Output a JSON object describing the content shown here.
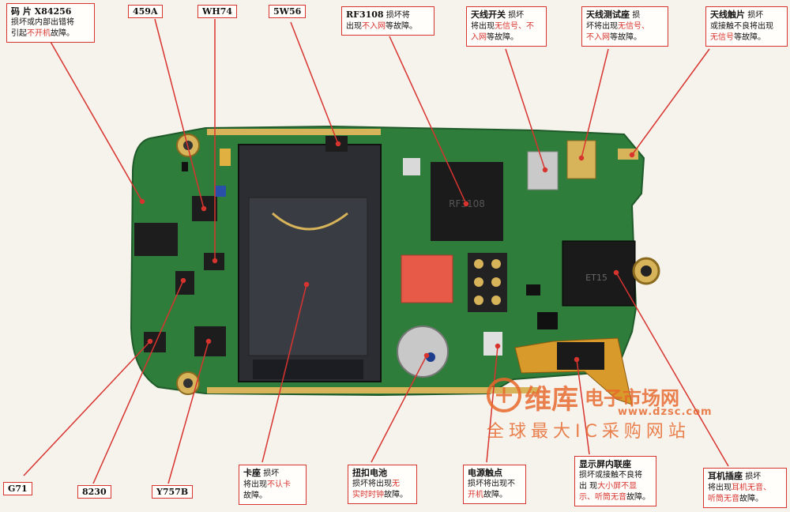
{
  "callouts": {
    "x84256": {
      "title": "码 片  X84256",
      "line2": "损坏或内部出错将",
      "line3_pre": "引起",
      "line3_red": "不开机",
      "line3_post": "故障。"
    },
    "chip459a": {
      "title": "459A"
    },
    "wh74": {
      "title": "WH74"
    },
    "w56": {
      "title": "5W56"
    },
    "rf3108": {
      "title": "RF3108",
      "text1": "损坏将",
      "line2_pre": "出现",
      "line2_red": "不入网",
      "line2_post": "等故障。"
    },
    "antenna_switch": {
      "title": "天线开关",
      "text1": "损坏",
      "line2_pre": "将出现",
      "line2_red": "无信号、不",
      "line3_red": "入网",
      "line3_post": "等故障。"
    },
    "antenna_test": {
      "title": "天线测试座",
      "text1": "损",
      "line2_pre": "坏将出现",
      "line2_red": "无信号、",
      "line3_red": "不入网",
      "line3_post": "等故障。"
    },
    "antenna_contact": {
      "title": "天线触片",
      "text1": "损坏",
      "line2": "或接触不良将出现",
      "line3_red": "无信号",
      "line3_post": "等故障。"
    },
    "g71": {
      "title": "G71"
    },
    "c8230": {
      "title": "8230"
    },
    "y757b": {
      "title": "Y757B"
    },
    "card_seat": {
      "title": "卡座",
      "text1": "损坏",
      "line2_pre": "将出现",
      "line2_red": "不认卡",
      "line3": "故障。"
    },
    "battery": {
      "title": "扭扣电池",
      "line2_pre": "损坏将出现",
      "line2_red": "无",
      "line3_red": "实时时钟",
      "line3_post": "故障。"
    },
    "power_contact": {
      "title": "电源触点",
      "line2": "损坏将出现不",
      "line3_red": "开机",
      "line3_post": "故障。"
    },
    "display_conn": {
      "title": "显示屏内联座",
      "line2": "损坏或接触不良将",
      "line3_pre": "出 现",
      "line3_red": "大小屏不显",
      "line4_red": "示、听筒无音",
      "line4_post": "故障。"
    },
    "earphone": {
      "title": "耳机插座",
      "text1": "损坏",
      "line2_pre": "将出现",
      "line2_red": "耳机无音、",
      "line3_red": "听筒无音",
      "line3_post": "故障。"
    }
  },
  "chips": {
    "rf_marking": "RF3108",
    "jack_marking": "ET15"
  },
  "watermark": {
    "brand": "维库",
    "brand2": "电子市场网",
    "url": "www.dzsc.com",
    "slogan": "全球最大IC采购网站"
  },
  "colors": {
    "pcb": "#2f7d3a",
    "pcb_dark": "#1f5a2a",
    "gold": "#d7b35a",
    "callout_border": "#d8342f",
    "watermark": "#e7672a"
  }
}
